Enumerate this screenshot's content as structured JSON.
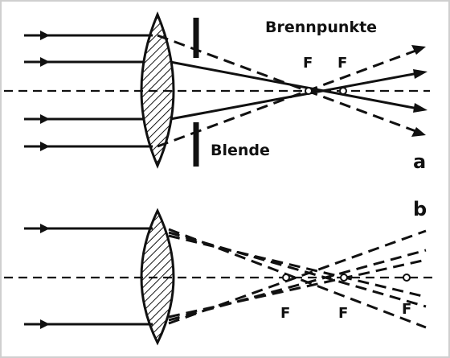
{
  "labels": {
    "focal_points": "Brennpunkte",
    "aperture": "Blende",
    "panel_a": "a",
    "panel_b": "b",
    "focus_a1": "F",
    "focus_a2": "F",
    "focus_b1": "F",
    "focus_b2": "F",
    "focus_b3": "F"
  },
  "colors": {
    "ink": "#111111",
    "background": "#ffffff",
    "frame": "#cfcfcf"
  }
}
